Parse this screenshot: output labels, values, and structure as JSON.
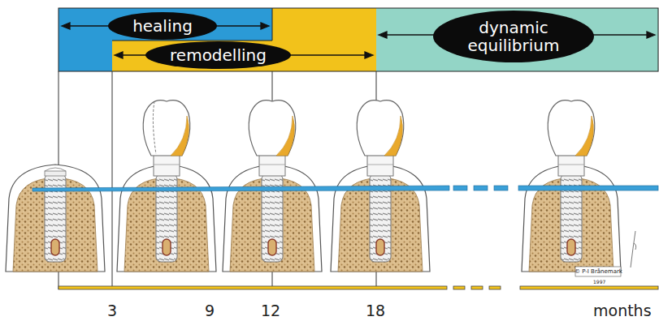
{
  "diagram": {
    "nodes": [
      {
        "text": [
          "healing"
        ]
      },
      {
        "text": [
          "remodelling"
        ]
      },
      {
        "text": [
          "dynamic equilibrium"
        ]
      }
    ],
    "labels": [
      "3",
      "9",
      "12",
      "18",
      "months",
      "© P-I Brånemark",
      "1997"
    ]
  }
}
